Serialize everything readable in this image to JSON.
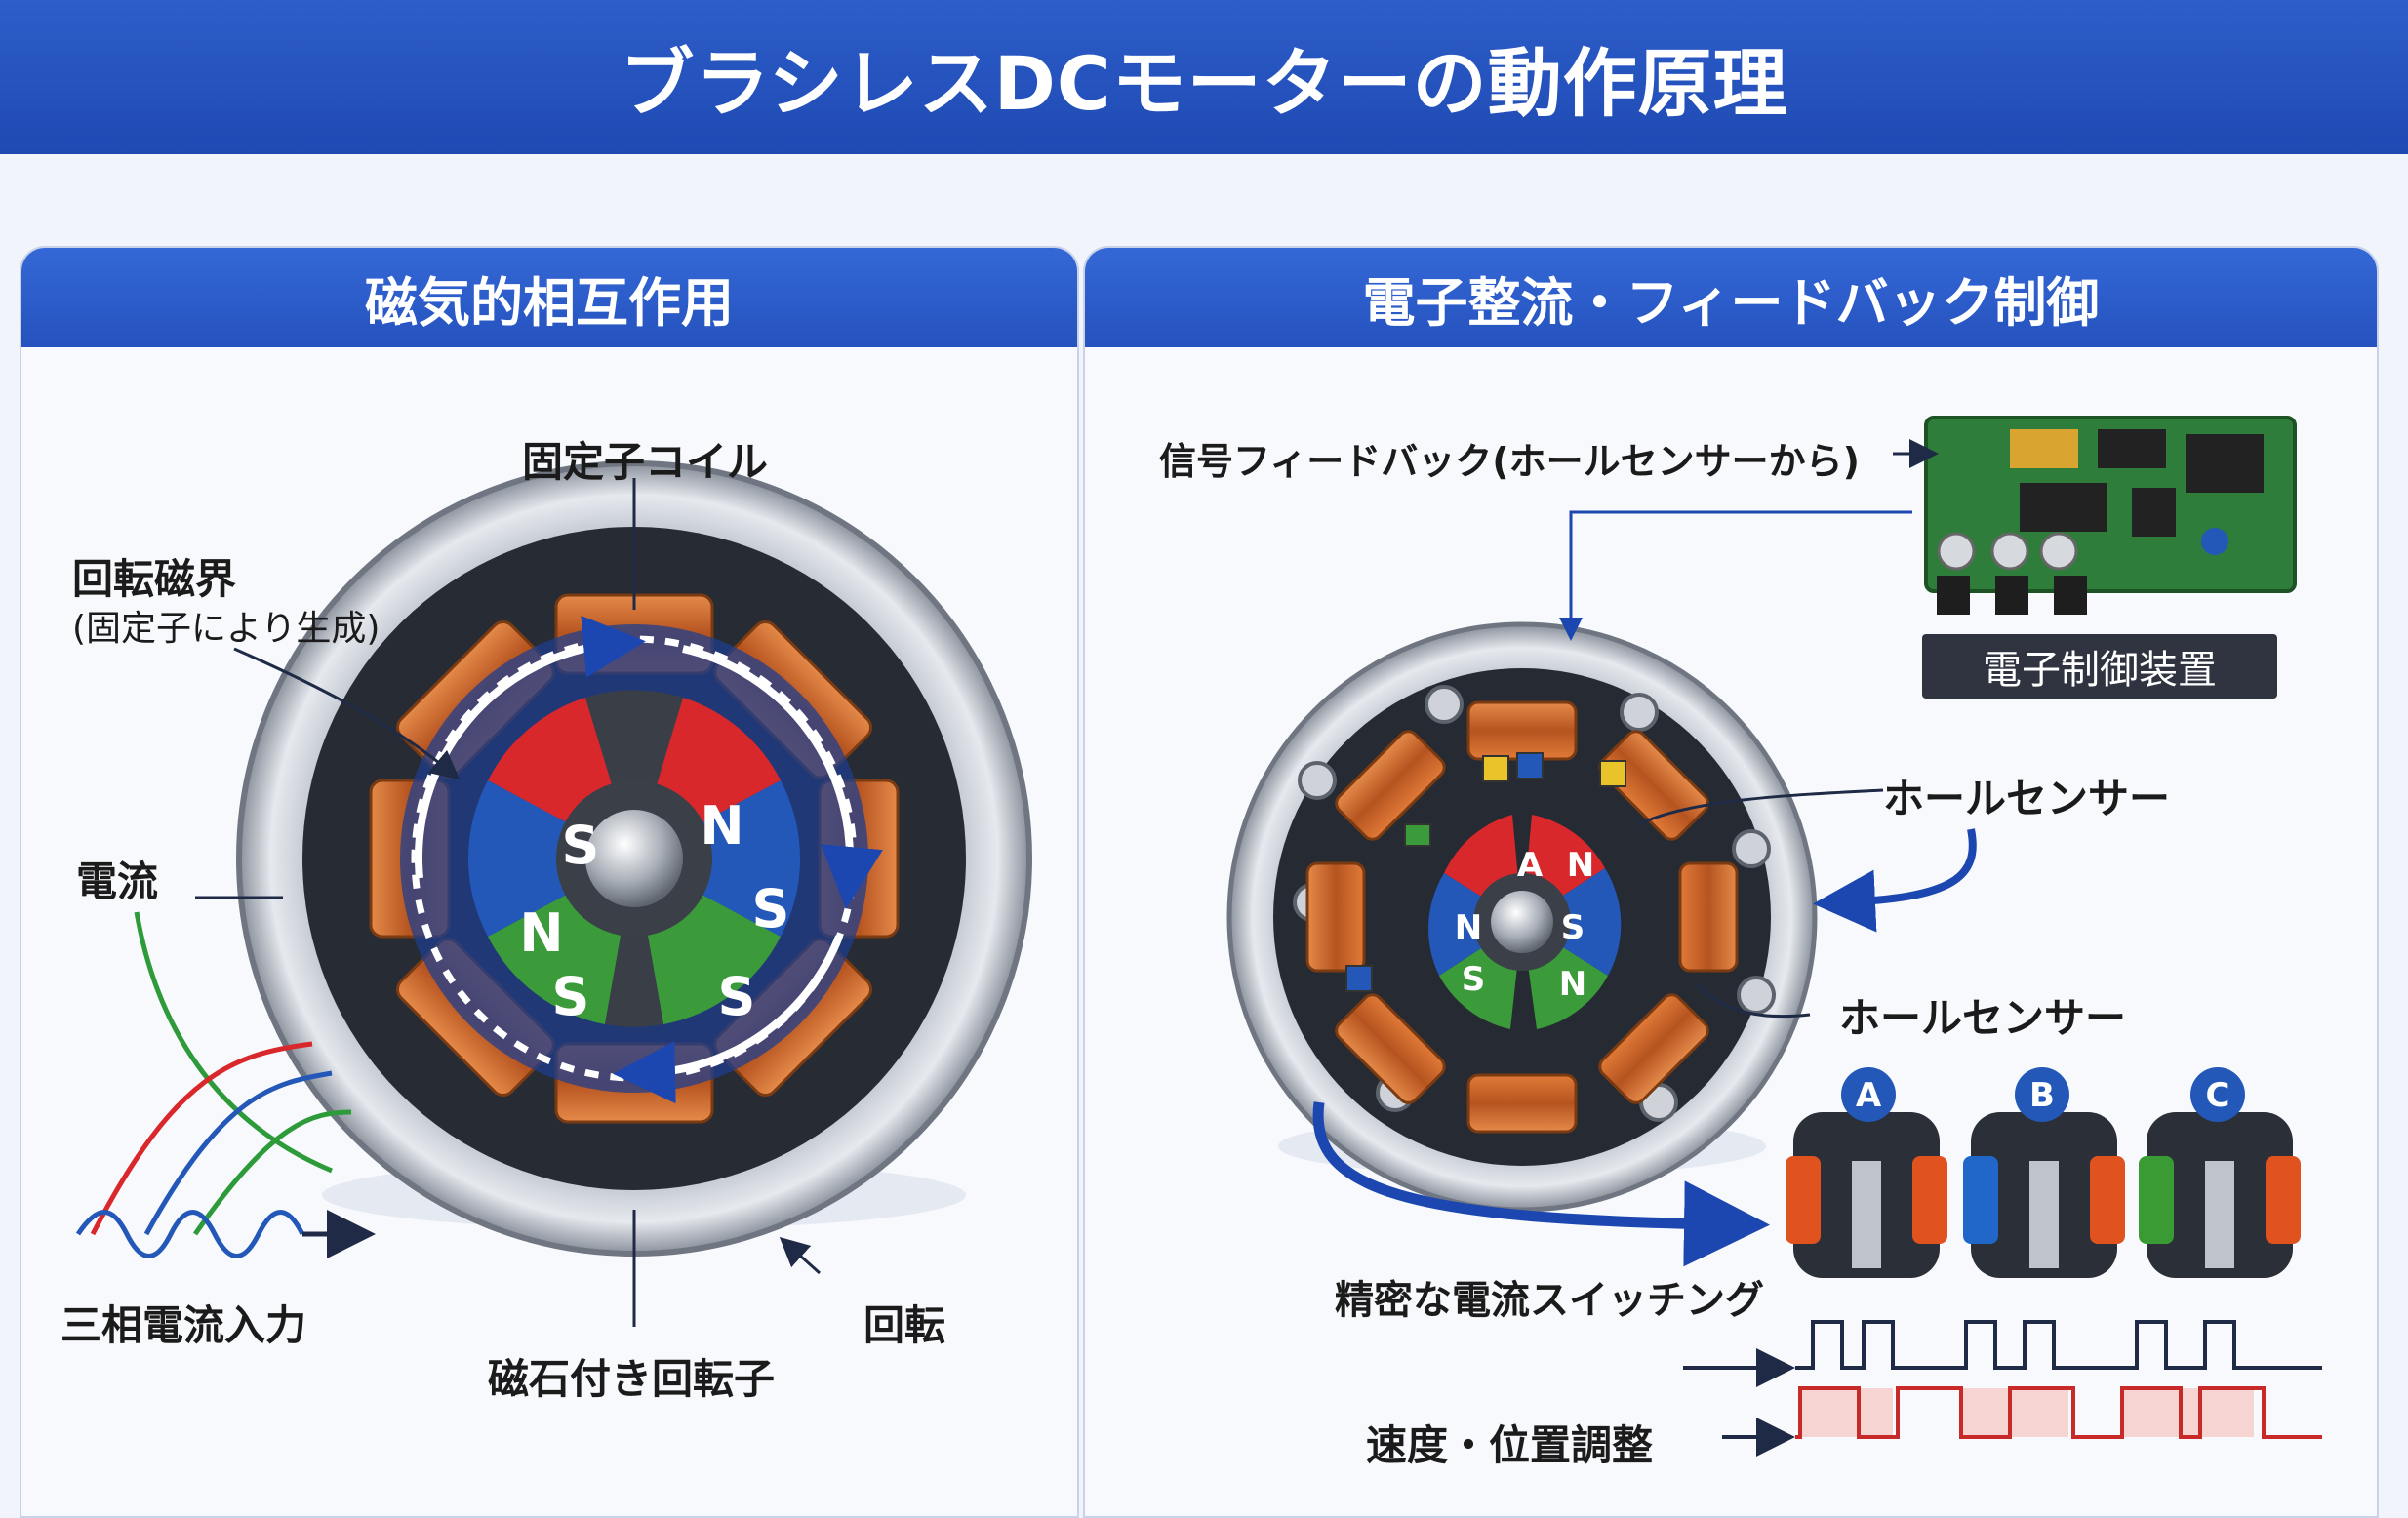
{
  "title": "ブラシレスDCモーターの動作原理",
  "left_panel": {
    "heading": "磁気的相互作用",
    "labels": {
      "stator_coil": "固定子コイル",
      "rotating_field": "回転磁界",
      "rotating_field_note": "(固定子により生成)",
      "current": "電流",
      "three_phase": "三相電流入力",
      "rotor": "磁石付き回転子",
      "rotation": "回転"
    },
    "poles": [
      "S",
      "N",
      "S",
      "S",
      "S",
      "N"
    ]
  },
  "right_panel": {
    "heading": "電子整流・フィードバック制御",
    "labels": {
      "feedback": "信号フィードバック(ホールセンサーから)",
      "controller": "電子制御装置",
      "hall_sensor_1": "ホールセンサー",
      "hall_sensor_2": "ホールセンサー",
      "switching": "精密な電流スイッチング",
      "speed_position": "速度・位置調整"
    },
    "poles": [
      "A",
      "N",
      "S",
      "N",
      "S",
      "N"
    ],
    "phases": [
      "A",
      "B",
      "C"
    ],
    "colors": {
      "phase_a": "#e0531e",
      "phase_b": "#2167c9",
      "phase_c": "#3a9a34"
    }
  },
  "colors": {
    "accent": "#2552be",
    "copper": "#c9652a",
    "red_pole": "#d8282b",
    "blue_pole": "#2458b8",
    "green_pole": "#3b9a3a"
  }
}
